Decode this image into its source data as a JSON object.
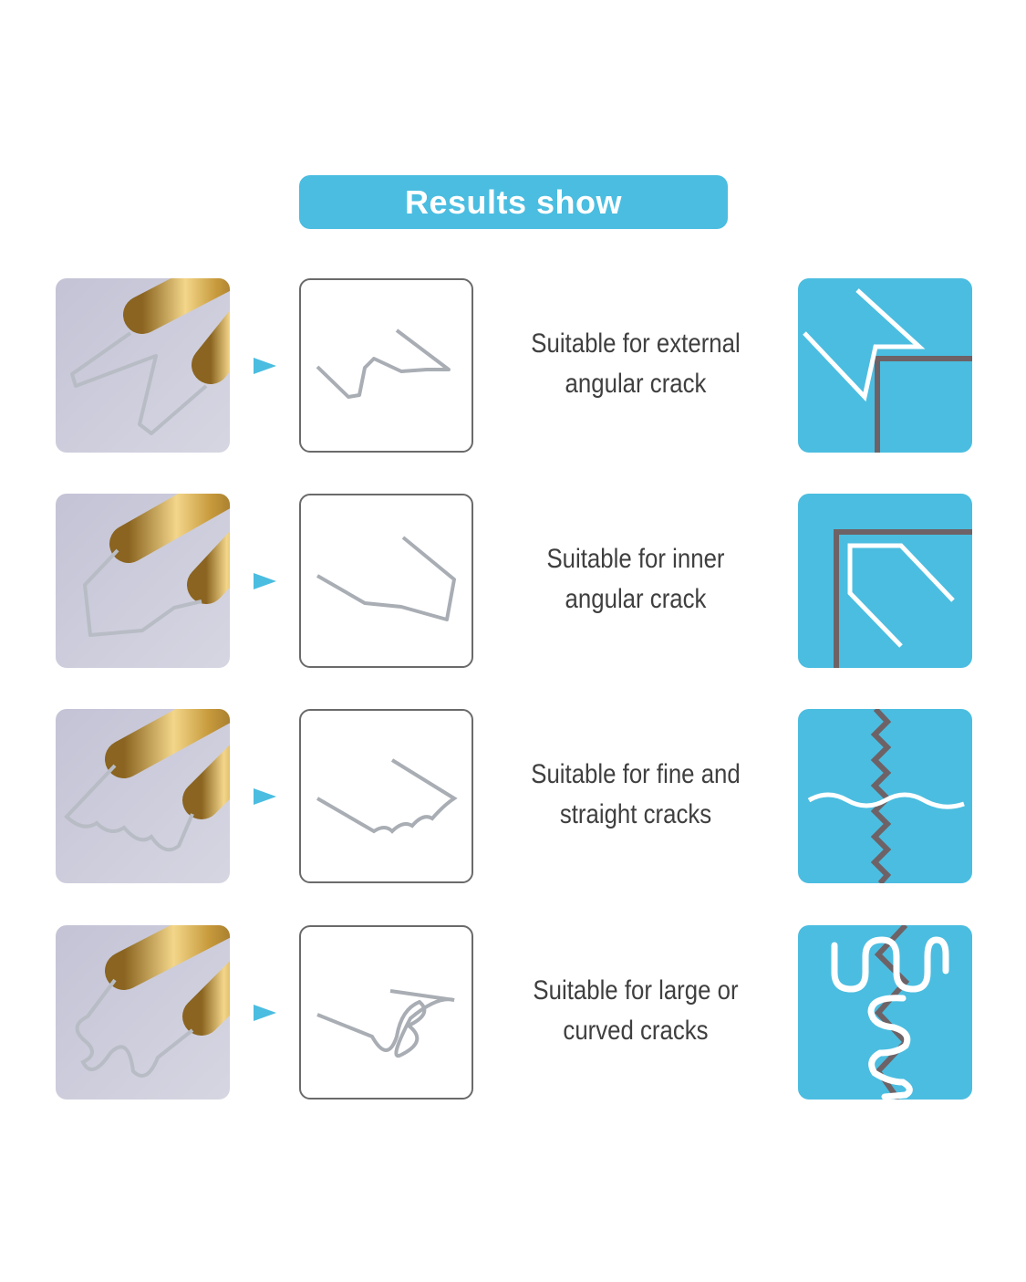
{
  "header": {
    "title": "Results show"
  },
  "rows": [
    {
      "line1": "Suitable for external",
      "line2": "angular crack"
    },
    {
      "line1": "Suitable for inner",
      "line2": "angular crack"
    },
    {
      "line1": "Suitable for fine and",
      "line2": "straight cracks"
    },
    {
      "line1": "Suitable for large or",
      "line2": "curved cracks"
    }
  ],
  "colors": {
    "accent": "#4bbde0",
    "crack": "#6e6266",
    "text": "#3f3f3f"
  }
}
